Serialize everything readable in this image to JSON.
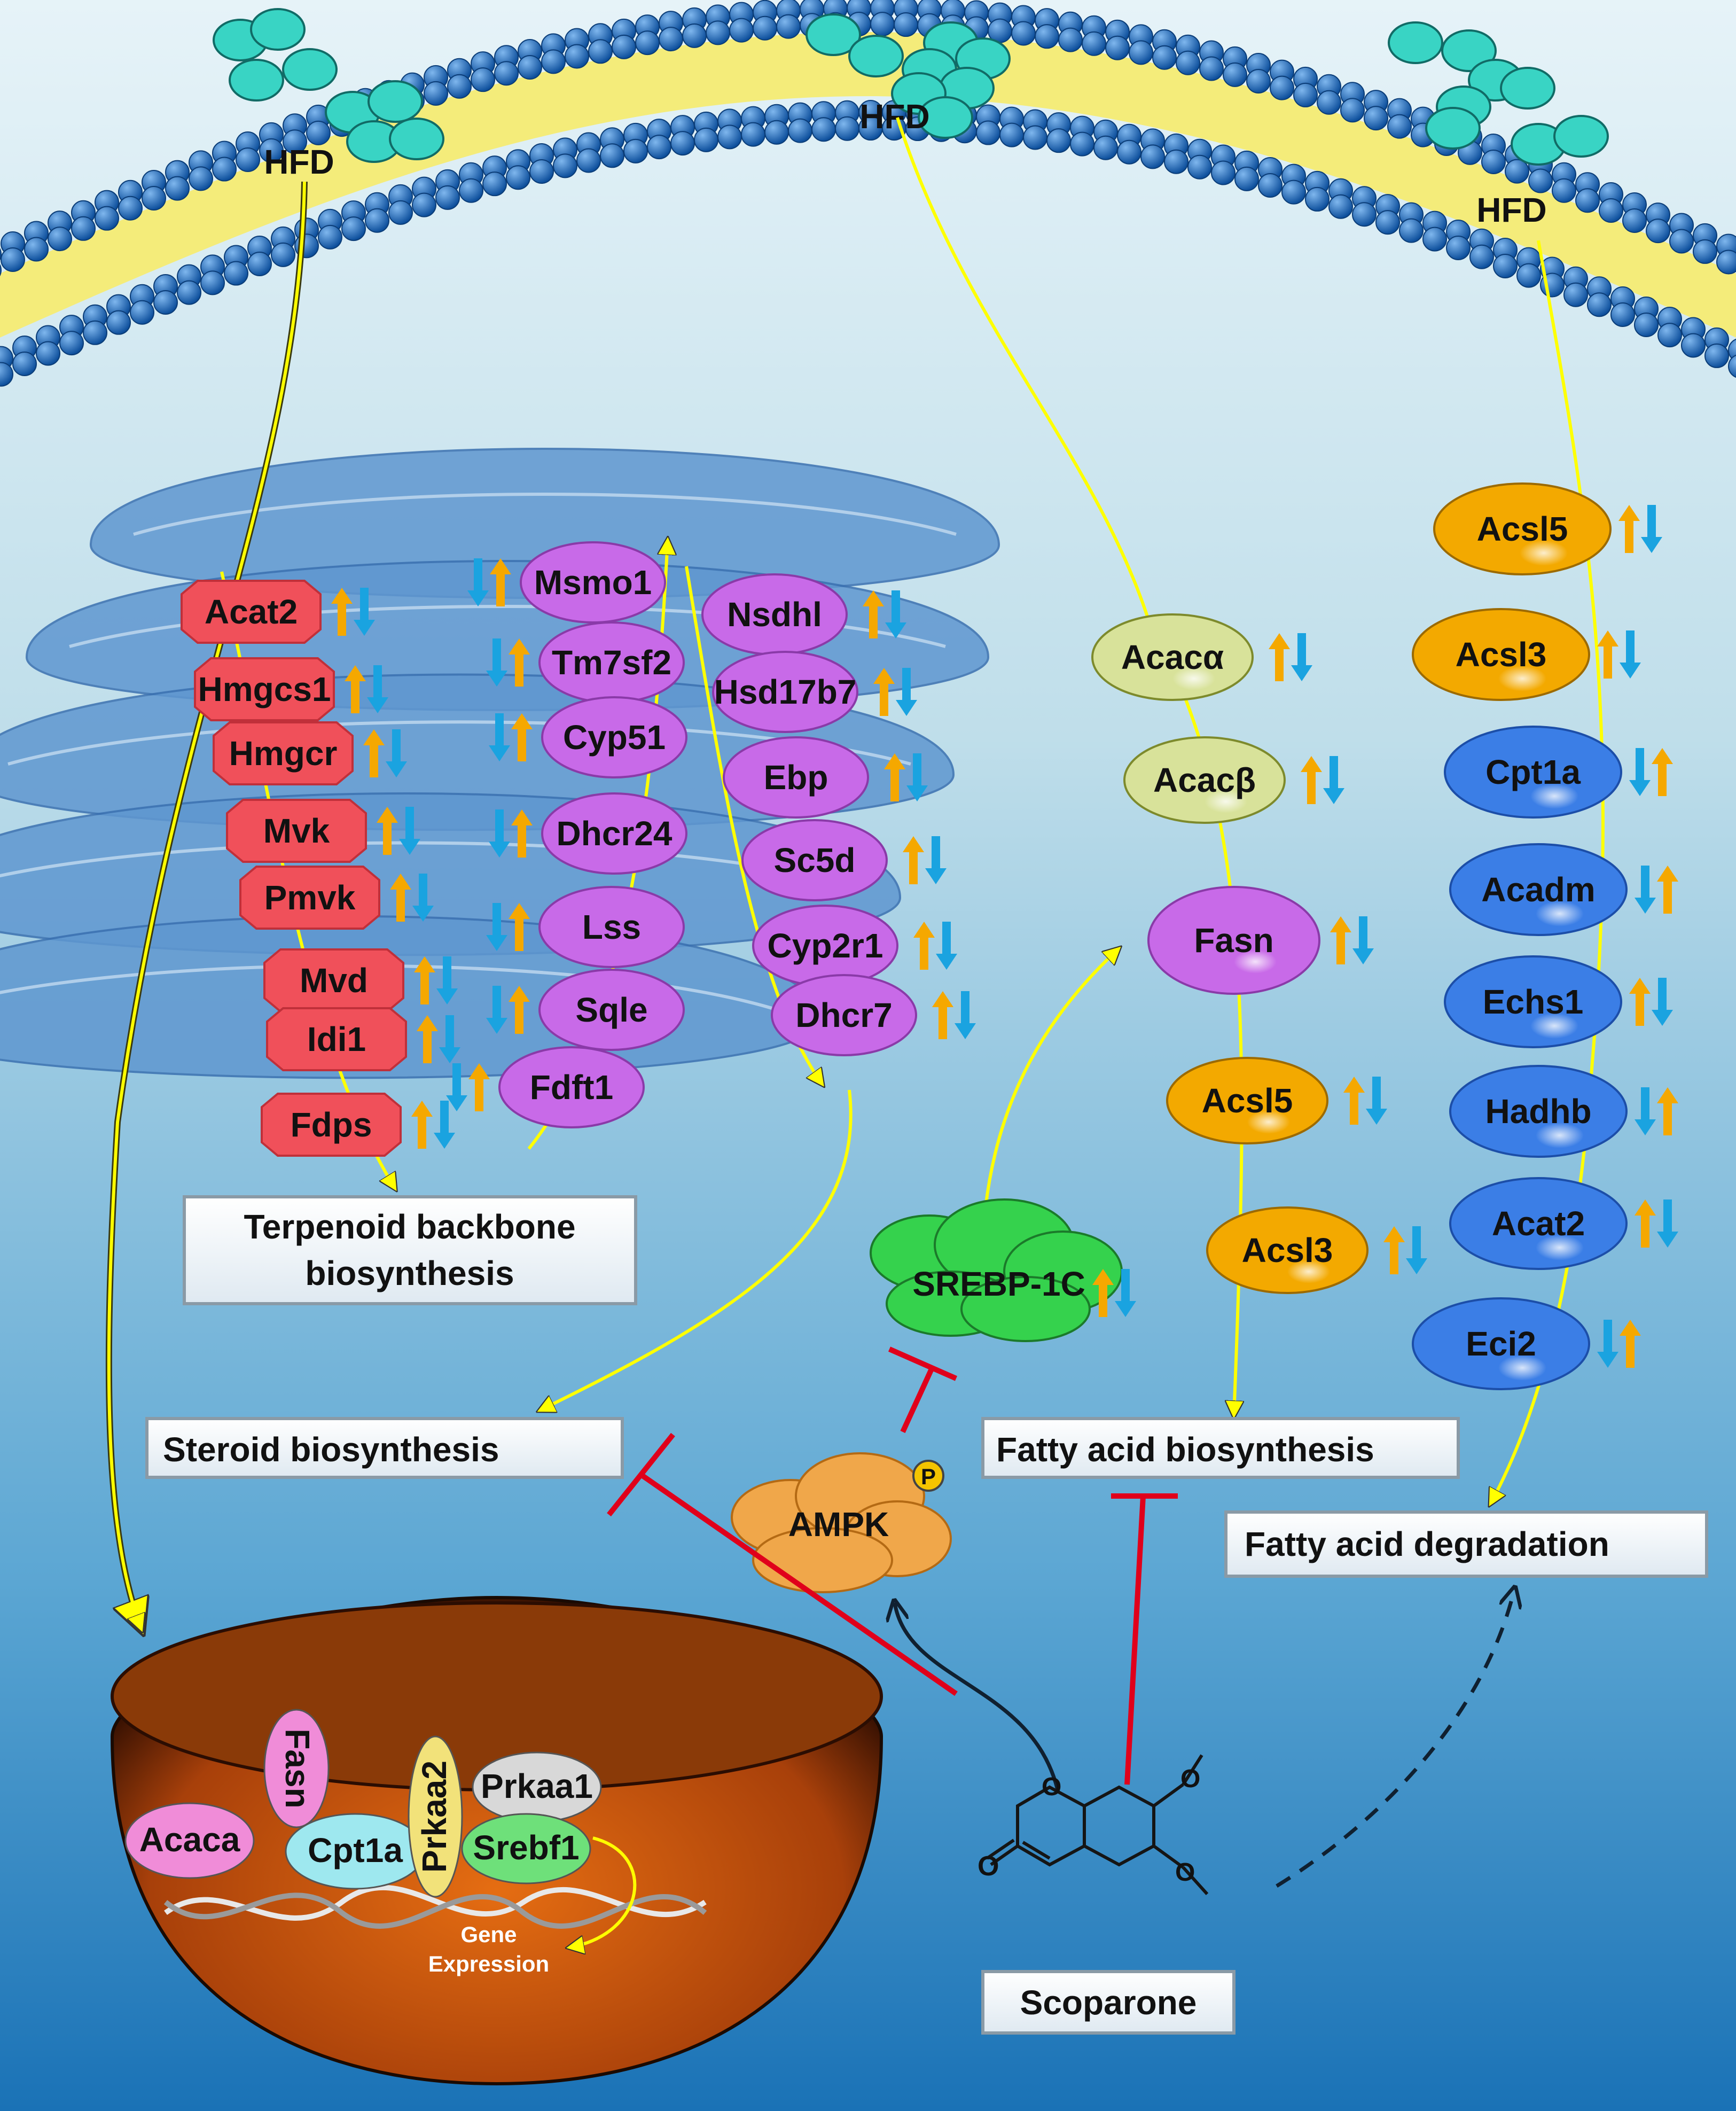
{
  "hfd_labels": [
    "HFD",
    "HFD",
    "HFD"
  ],
  "terpenoid_enzymes_left": [
    "Acat2",
    "Hmgcs1",
    "Hmgcr",
    "Mvk",
    "Pmvk",
    "Mvd",
    "Idi1",
    "Fdps"
  ],
  "terpenoid_enzymes_right": [
    "Msmo1",
    "Tm7sf2",
    "Cyp51",
    "Dhcr24",
    "Lss",
    "Sqle",
    "Fdft1"
  ],
  "steroid_enzymes": [
    "Nsdhl",
    "Hsd17b7",
    "Ebp",
    "Sc5d",
    "Cyp2r1",
    "Dhcr7"
  ],
  "fatty_synthesis_enzymes": [
    "Acacα",
    "Acacβ",
    "Fasn",
    "Acsl5",
    "Acsl3"
  ],
  "fatty_degradation_enzymes": [
    "Acsl5",
    "Acsl3",
    "Cpt1a",
    "Acadm",
    "Echs1",
    "Hadhb",
    "Acat2",
    "Eci2"
  ],
  "pathways": {
    "terpenoid": [
      "Terpenoid backbone",
      "biosynthesis"
    ],
    "steroid": "Steroid biosynthesis",
    "fatty_synthesis": "Fatty acid biosynthesis",
    "fatty_degradation": "Fatty acid degradation"
  },
  "regulators": {
    "srebp": "SREBP-1C",
    "ampk": "AMPK",
    "phospho": "P"
  },
  "compound": "Scoparone",
  "nucleus": {
    "genes": [
      "Acaca",
      "Fasn",
      "Cpt1a",
      "Prkaa2",
      "Prkaa1",
      "Srebf1"
    ],
    "gene_expression": [
      "Gene",
      "Expression"
    ]
  },
  "colors": {
    "up_arrow": "#f5a800",
    "down_arrow": "#1aa3e0",
    "flow_line": "#ffff00",
    "inhibit": "#e0001b",
    "terpenoid_red": "#f0505a",
    "purple": "#c86ae8",
    "yellow_green": "#d8e29a",
    "orange": "#f3a900",
    "blue": "#3b7ee6",
    "membrane": "#1466b8"
  }
}
